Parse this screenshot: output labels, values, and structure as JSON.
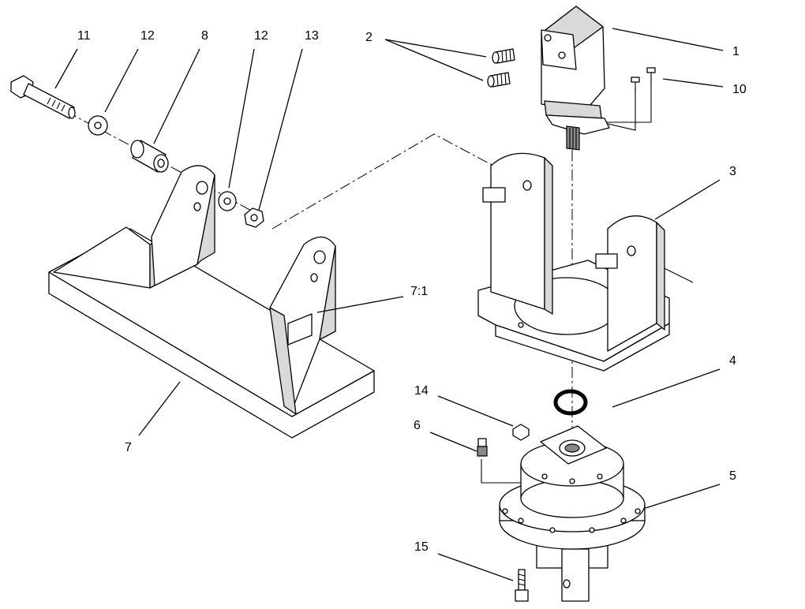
{
  "labels": {
    "l1": "1",
    "l2": "2",
    "l3": "3",
    "l4": "4",
    "l5": "5",
    "l6": "6",
    "l7": "7",
    "l7_1": "7:1",
    "l8": "8",
    "l10": "10",
    "l11": "11",
    "l12a": "12",
    "l12b": "12",
    "l13": "13",
    "l14": "14",
    "l15": "15"
  }
}
